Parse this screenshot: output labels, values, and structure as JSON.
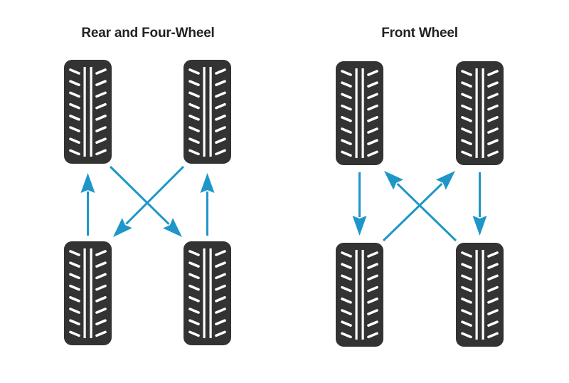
{
  "colors": {
    "tire": "#333333",
    "tread": "#ffffff",
    "arrow": "#1e96c8",
    "title": "#222222",
    "background": "#ffffff"
  },
  "diagrams": [
    {
      "title": "Rear and Four-Wheel",
      "tires": [
        "front-left",
        "front-right",
        "rear-left",
        "rear-right"
      ],
      "moves": [
        {
          "from": "rear-left",
          "to": "front-left",
          "style": "straight"
        },
        {
          "from": "rear-right",
          "to": "front-right",
          "style": "straight"
        },
        {
          "from": "front-left",
          "to": "rear-right",
          "style": "cross"
        },
        {
          "from": "front-right",
          "to": "rear-left",
          "style": "cross"
        }
      ]
    },
    {
      "title": "Front Wheel",
      "tires": [
        "front-left",
        "front-right",
        "rear-left",
        "rear-right"
      ],
      "moves": [
        {
          "from": "front-left",
          "to": "rear-left",
          "style": "straight"
        },
        {
          "from": "front-right",
          "to": "rear-right",
          "style": "straight"
        },
        {
          "from": "rear-left",
          "to": "front-right",
          "style": "cross"
        },
        {
          "from": "rear-right",
          "to": "front-left",
          "style": "cross"
        }
      ]
    }
  ]
}
